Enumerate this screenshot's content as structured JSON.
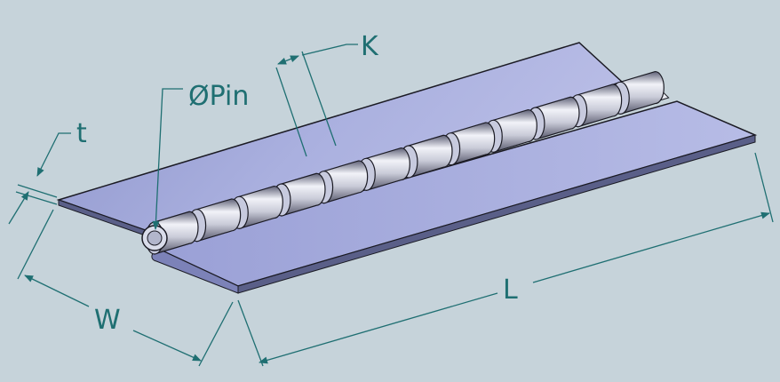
{
  "colors": {
    "background": "#c6d3da",
    "leaf_light": "#aeb4e0",
    "leaf_dark": "#8c93c8",
    "knuckle_light": "#e6e9f5",
    "knuckle_dark": "#6d6f86",
    "outline": "#1b1b24",
    "dimension": "#1f6f72"
  },
  "labels": {
    "pin": "ØPin",
    "k": "K",
    "t": "t",
    "w": "W",
    "l": "L"
  }
}
